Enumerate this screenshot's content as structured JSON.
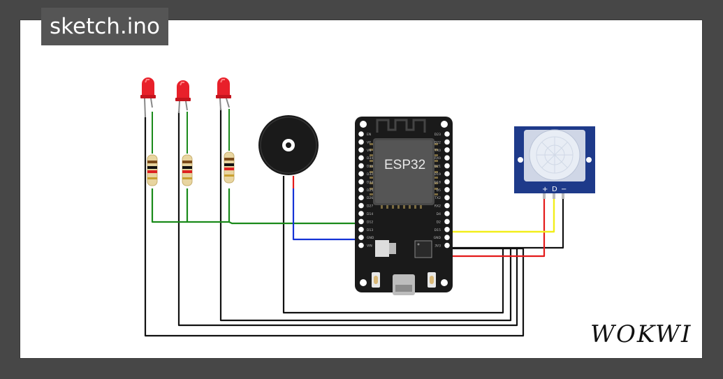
{
  "header": {
    "file_name": "sketch.ino"
  },
  "board": {
    "chip_label": "ESP32",
    "left_pins": [
      "EN",
      "VP",
      "VN",
      "D34",
      "D35",
      "D32",
      "D33",
      "D25",
      "D26",
      "D27",
      "D14",
      "D12",
      "D13",
      "GND",
      "VIN"
    ],
    "right_pins": [
      "D23",
      "D22",
      "TX0",
      "RX0",
      "D21",
      "D19",
      "D18",
      "D5",
      "TX2",
      "RX2",
      "D4",
      "D2",
      "D15",
      "GND",
      "3V3"
    ]
  },
  "pir_sensor": {
    "pin_labels": [
      "+",
      "D",
      "−"
    ]
  },
  "brand": {
    "logo_text": "WOKWI"
  },
  "colors": {
    "led_red": "#e8202a",
    "wire_green": "#1a8a1a",
    "wire_blue": "#1533d6",
    "wire_black": "#111111",
    "wire_red": "#e41a1a",
    "wire_yellow": "#f2ee1a",
    "board_black": "#1a1a1a",
    "pir_blue": "#1e3a8a"
  }
}
